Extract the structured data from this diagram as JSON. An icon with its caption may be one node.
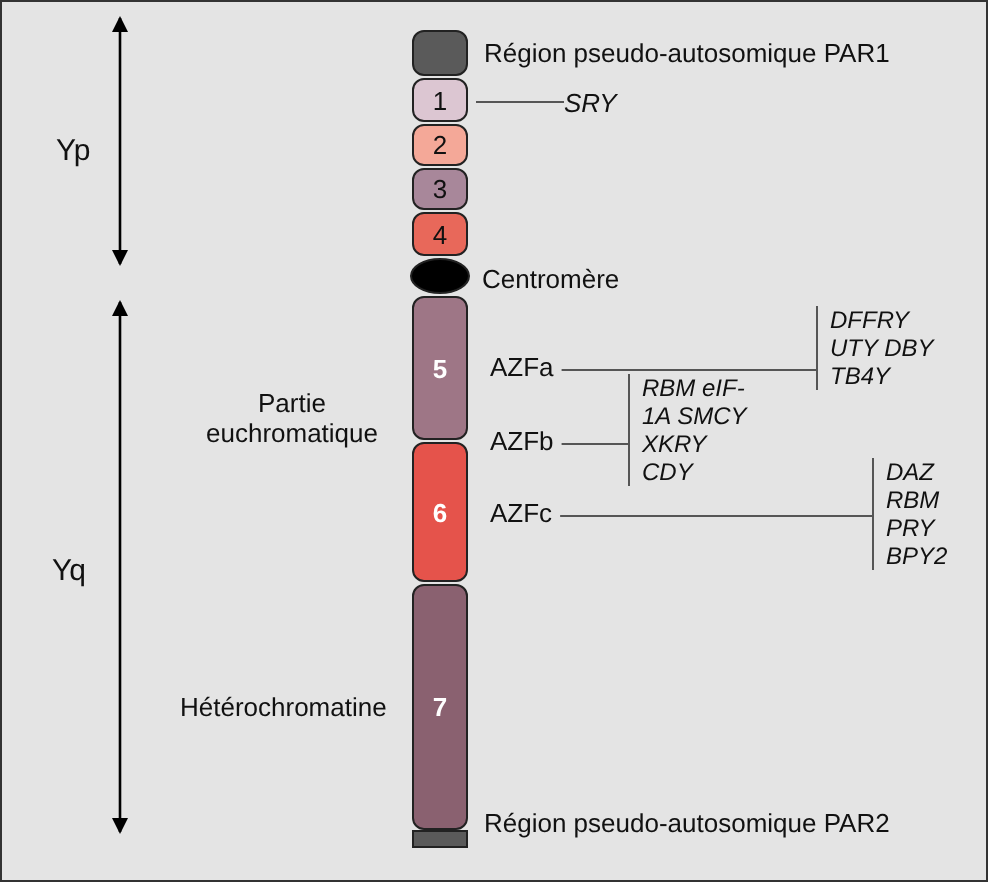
{
  "diagram": {
    "nodes": [
      {
        "text": [],
        "shape": "bar",
        "beside": [
          "Région pseudo-autosomique PAR1"
        ]
      },
      {
        "text": [
          "1"
        ]
      },
      {
        "text": [
          "2"
        ]
      },
      {
        "text": [
          "3"
        ]
      },
      {
        "text": [
          "4"
        ]
      },
      {
        "text": [],
        "shape": "circle",
        "beside": [
          "Centromère"
        ]
      },
      {
        "text": [
          "5"
        ]
      },
      {
        "text": [
          "6"
        ]
      },
      {
        "text": [
          "7"
        ],
        "beside": [
          "Hétérochromatine"
        ]
      },
      {
        "text": [],
        "shape": "bar",
        "beside": [
          "Région pseudo-autosomique PAR2"
        ]
      },
      {
        "text": [
          "SRY"
        ]
      },
      {
        "text": [
          "AZFa"
        ]
      },
      {
        "text": [
          "DFFRY UTY DBY TB4Y"
        ]
      },
      {
        "text": [
          "AZFb"
        ]
      },
      {
        "text": [
          "RBM eIF-1A SMCY XKRY CDY"
        ]
      },
      {
        "text": [
          "AZFc"
        ]
      },
      {
        "text": [
          "DAZ RBM PRY BPY2"
        ]
      }
    ],
    "edges": [
      {
        "from": 1,
        "to": 10,
        "arrow": "none"
      },
      {
        "from": 11,
        "to": 12,
        "arrow": "none"
      },
      {
        "from": 13,
        "to": 14,
        "arrow": "none"
      },
      {
        "from": 15,
        "to": 16,
        "arrow": "none"
      }
    ],
    "labels": [
      "Yp",
      "Yq",
      "Partie euchromatique"
    ]
  }
}
